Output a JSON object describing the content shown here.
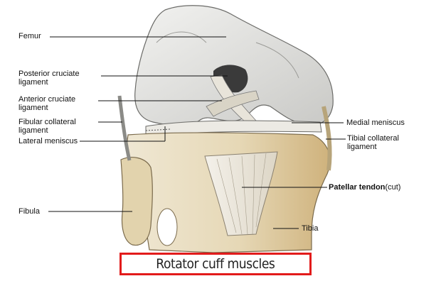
{
  "labels": {
    "femur": "Femur",
    "pcl_line1": "Posterior cruciate",
    "pcl_line2": "ligament",
    "acl_line1": "Anterior cruciate",
    "acl_line2": "ligament",
    "fcl_line1": "Fibular collateral",
    "fcl_line2": "ligament",
    "lateral_meniscus": "Lateral meniscus",
    "medial_meniscus": "Medial meniscus",
    "tcl_line1": "Tibial collateral",
    "tcl_line2": "ligament",
    "patellar_tendon_bold": "Patellar tendon",
    "patellar_tendon_suffix": "(cut)",
    "fibula": "Fibula",
    "tibia": "Tibia"
  },
  "caption": "Rotator cuff muscles",
  "colors": {
    "caption_border": "#e21b1b",
    "bone_grey": "#d9d9d6",
    "bone_tan": "#d8c49a",
    "leader_line": "#111111"
  }
}
